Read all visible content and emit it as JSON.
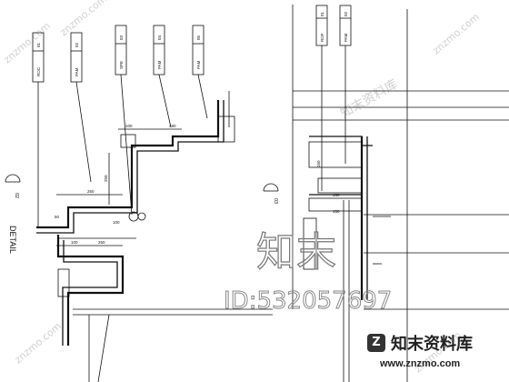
{
  "drawing": {
    "detail_label": "DETAIL",
    "detail_marker": "02",
    "section_marker_right": "03",
    "dims_left": [
      "480",
      "100",
      "250",
      "100",
      "250",
      "100",
      "50"
    ],
    "dims_right": [
      "150",
      "150",
      "150"
    ],
    "callouts_left": [
      {
        "code": "01",
        "sub": "ROC"
      },
      {
        "code": "02",
        "sub": "PAM"
      },
      {
        "code": "03",
        "sub": "SPE"
      },
      {
        "code": "04",
        "sub": "PAM"
      },
      {
        "code": "05",
        "sub": "PAM"
      }
    ],
    "callouts_right": [
      {
        "code": "01",
        "sub": "ROF"
      },
      {
        "code": "02",
        "sub": "PAM"
      }
    ]
  },
  "watermark": {
    "id_text": "ID:532057697",
    "brand_cn": "知末资料库",
    "brand_url": "www.znzmo.com",
    "center_cn": "知末",
    "diag_text": "znzmo.com"
  }
}
